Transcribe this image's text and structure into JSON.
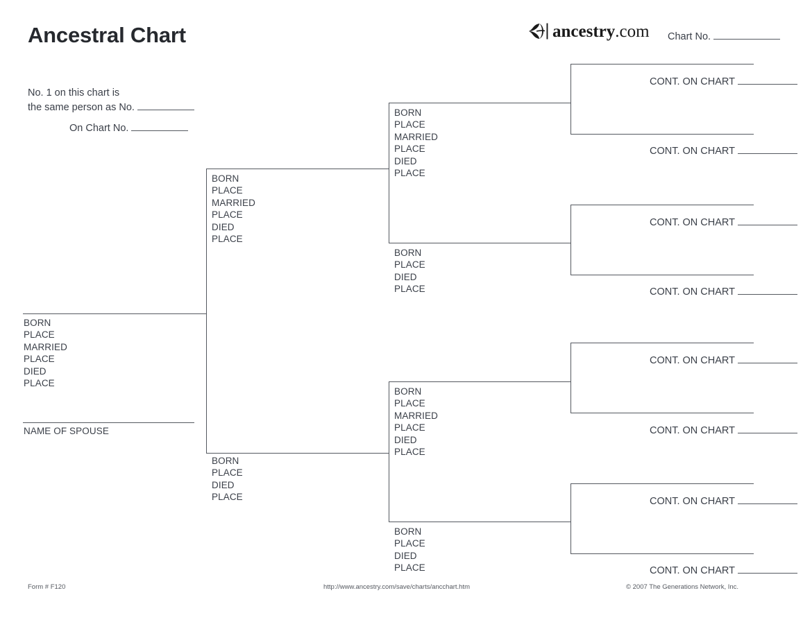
{
  "header": {
    "title": "Ancestral Chart",
    "brand_name": "ancestry",
    "brand_tld": ".com",
    "brand_icon": "ancestry-leaf-icon",
    "chart_no_label": "Chart No."
  },
  "note": {
    "line1": "No. 1 on this chart is",
    "line2": "the same person as No.",
    "line3": "On Chart No."
  },
  "labels": {
    "born": "BORN",
    "place": "PLACE",
    "married": "MARRIED",
    "died": "DIED",
    "name_of_spouse": "NAME OF SPOUSE",
    "cont_on_chart": "CONT. ON CHART"
  },
  "person_fields": {
    "with_marriage": [
      "BORN",
      "PLACE",
      "MARRIED",
      "PLACE",
      "DIED",
      "PLACE"
    ],
    "without_marriage": [
      "BORN",
      "PLACE",
      "DIED",
      "PLACE"
    ]
  },
  "generations": {
    "gen1": {
      "fields": [
        "BORN",
        "PLACE",
        "MARRIED",
        "PLACE",
        "DIED",
        "PLACE"
      ],
      "spouse_label": "NAME OF SPOUSE"
    },
    "gen2": [
      {
        "position": "father",
        "fields": [
          "BORN",
          "PLACE",
          "MARRIED",
          "PLACE",
          "DIED",
          "PLACE"
        ]
      },
      {
        "position": "mother",
        "fields": [
          "BORN",
          "PLACE",
          "DIED",
          "PLACE"
        ]
      }
    ],
    "gen3": [
      {
        "position": "paternal-grandfather",
        "fields": [
          "BORN",
          "PLACE",
          "MARRIED",
          "PLACE",
          "DIED",
          "PLACE"
        ]
      },
      {
        "position": "paternal-grandmother",
        "fields": [
          "BORN",
          "PLACE",
          "DIED",
          "PLACE"
        ]
      },
      {
        "position": "maternal-grandfather",
        "fields": [
          "BORN",
          "PLACE",
          "MARRIED",
          "PLACE",
          "DIED",
          "PLACE"
        ]
      },
      {
        "position": "maternal-grandmother",
        "fields": [
          "BORN",
          "PLACE",
          "DIED",
          "PLACE"
        ]
      }
    ],
    "gen4": [
      {
        "position": "great-grandparent-1",
        "cont_label": "CONT. ON CHART"
      },
      {
        "position": "great-grandparent-2",
        "cont_label": "CONT. ON CHART"
      },
      {
        "position": "great-grandparent-3",
        "cont_label": "CONT. ON CHART"
      },
      {
        "position": "great-grandparent-4",
        "cont_label": "CONT. ON CHART"
      },
      {
        "position": "great-grandparent-5",
        "cont_label": "CONT. ON CHART"
      },
      {
        "position": "great-grandparent-6",
        "cont_label": "CONT. ON CHART"
      },
      {
        "position": "great-grandparent-7",
        "cont_label": "CONT. ON CHART"
      },
      {
        "position": "great-grandparent-8",
        "cont_label": "CONT. ON CHART"
      }
    ]
  },
  "footer": {
    "form_number": "Form # F120",
    "url": "http://www.ancestry.com/save/charts/ancchart.htm",
    "copyright": "© 2007 The Generations Network, Inc."
  },
  "colors": {
    "text": "#3a3f48",
    "rule": "#54585f",
    "title": "#26292e",
    "background": "#ffffff"
  }
}
